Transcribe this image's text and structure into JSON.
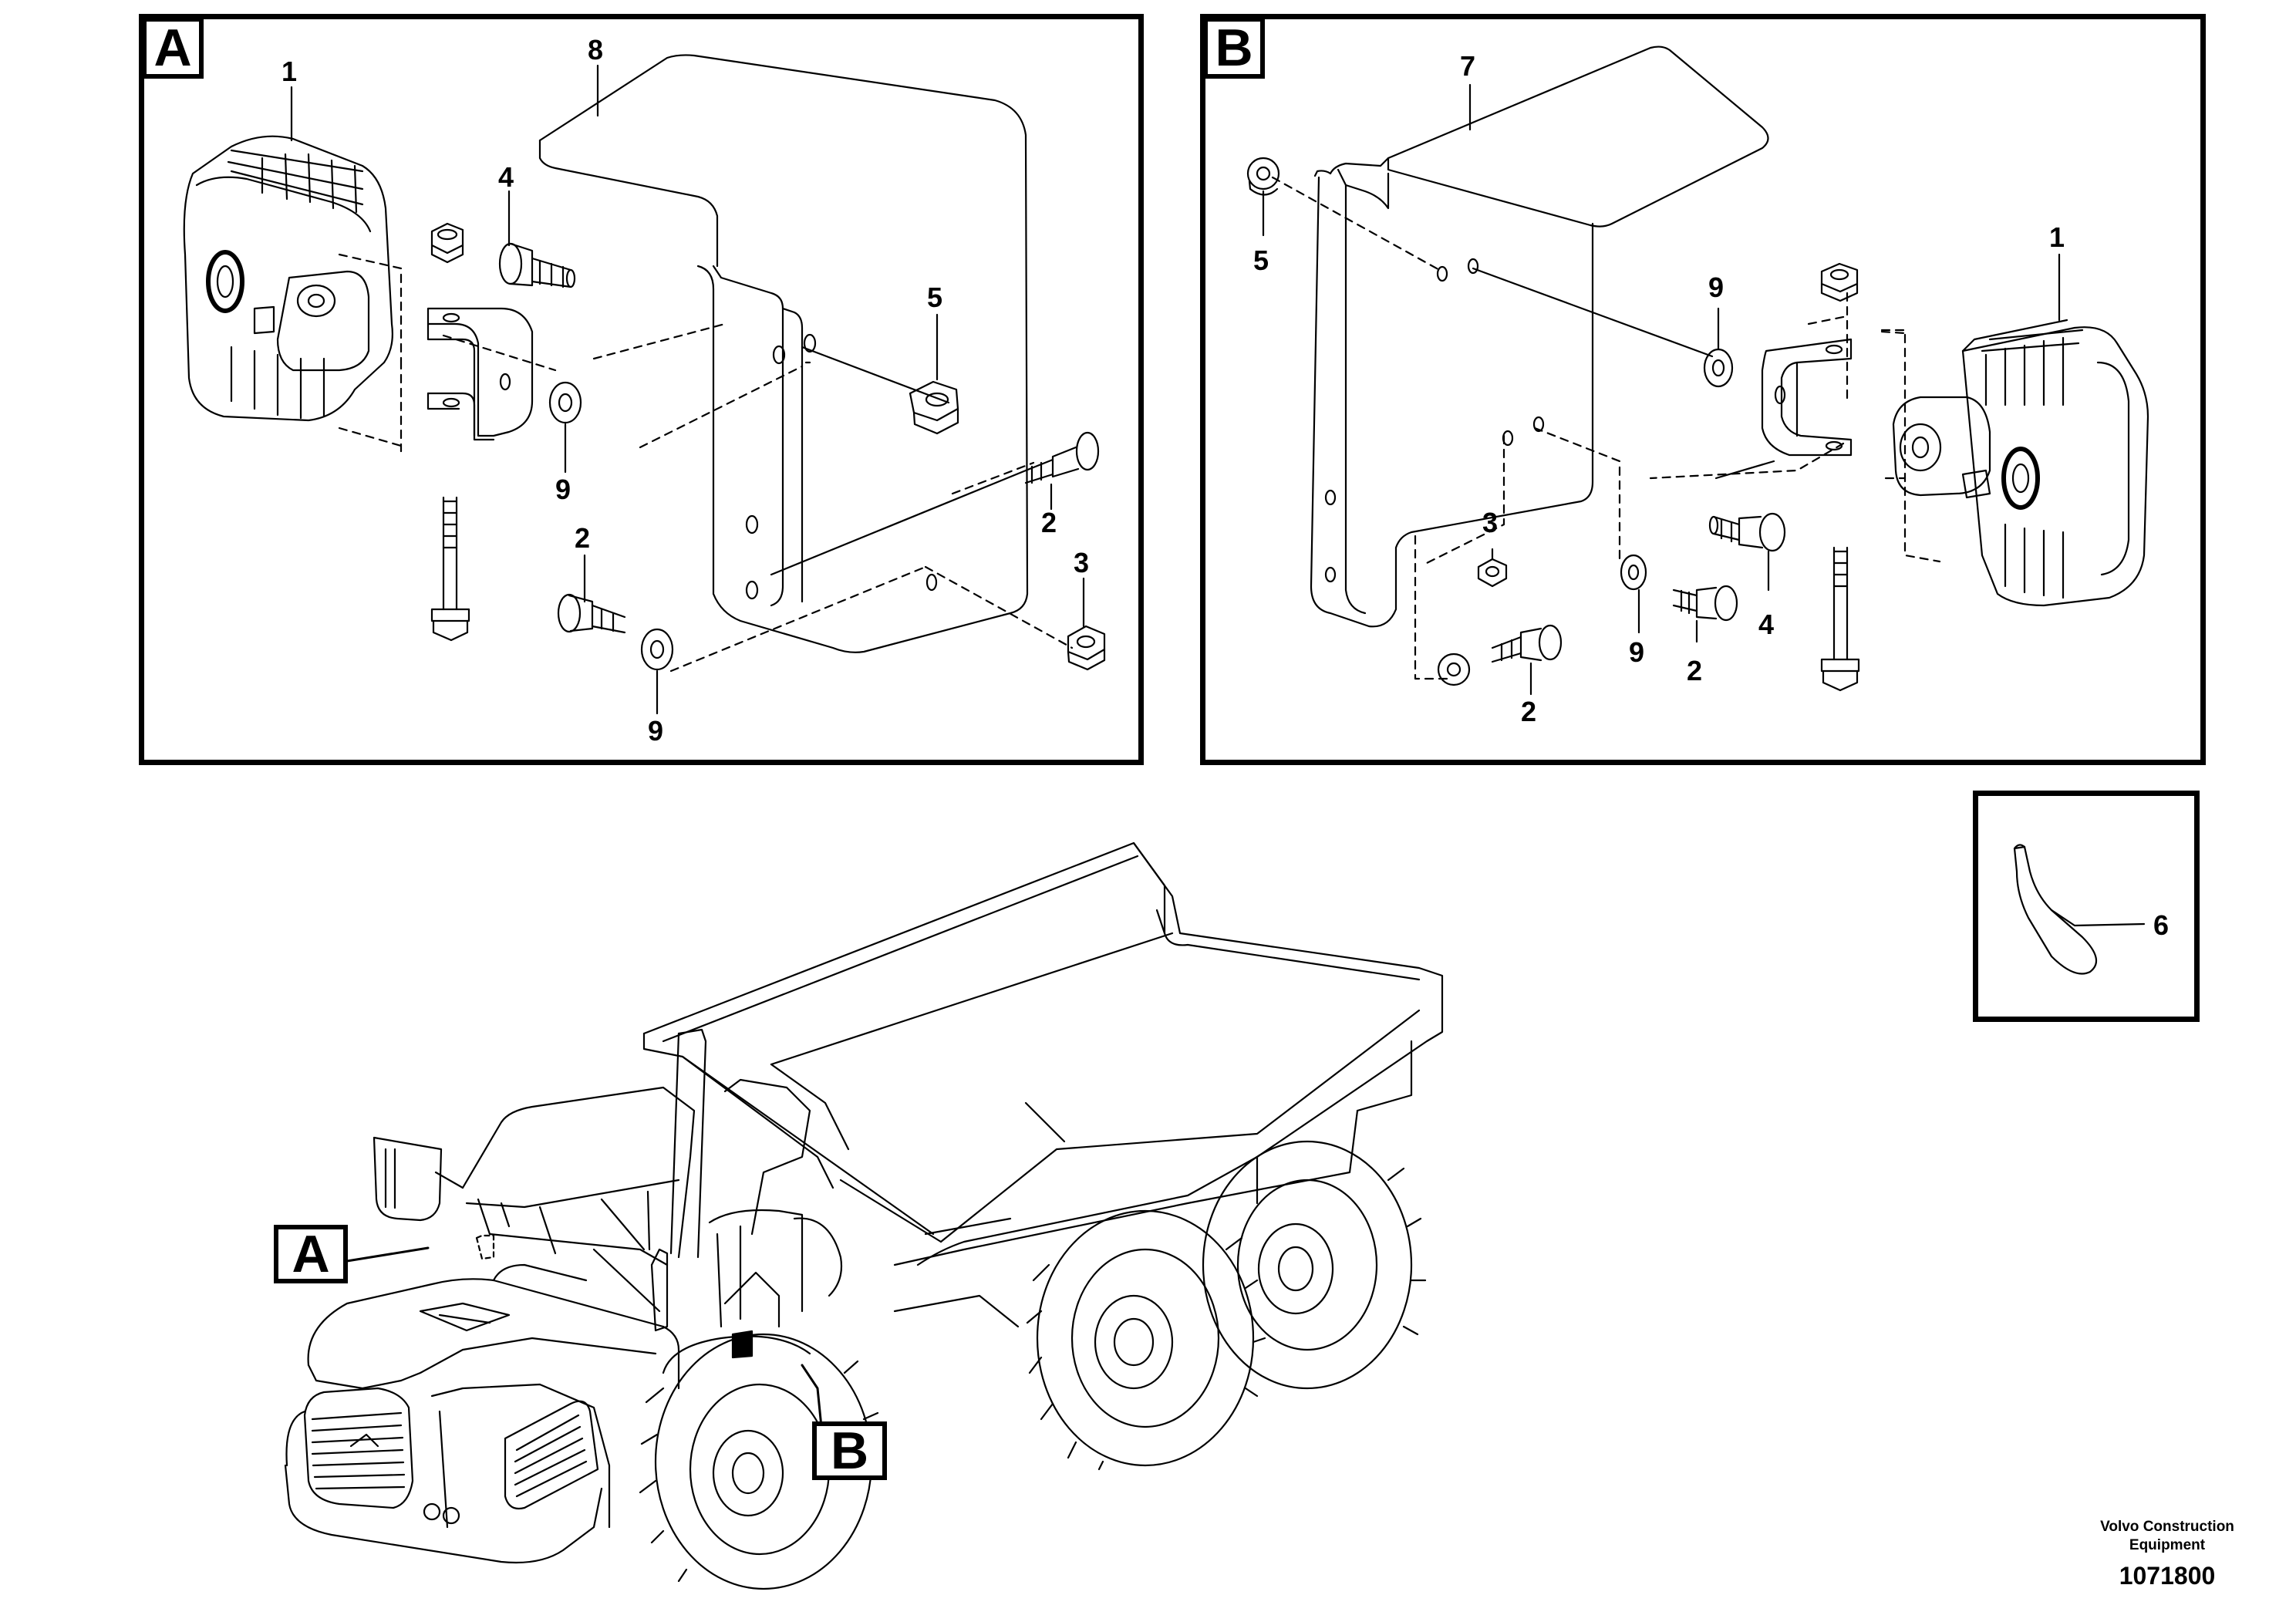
{
  "panels": {
    "a": {
      "tag": "A"
    },
    "b": {
      "tag": "B"
    },
    "c": {
      "tag": ""
    }
  },
  "callouts": {
    "a": [
      "1",
      "8",
      "4",
      "5",
      "9",
      "2",
      "2",
      "3",
      "9"
    ],
    "b": [
      "7",
      "5",
      "9",
      "1",
      "3",
      "4",
      "9",
      "2",
      "2"
    ],
    "c": [
      "6"
    ]
  },
  "machine_tags": {
    "a": "A",
    "b": "B"
  },
  "credit": {
    "company_line1": "Volvo Construction",
    "company_line2": "Equipment",
    "drawing_number": "1071800"
  }
}
